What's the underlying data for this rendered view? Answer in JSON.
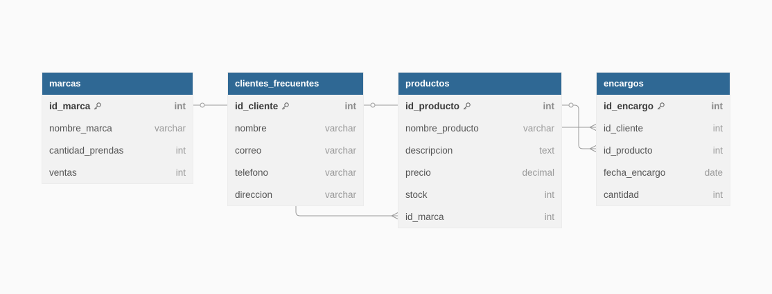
{
  "tables": {
    "marcas": {
      "name": "marcas",
      "rows": [
        {
          "field": "id_marca",
          "type": "int",
          "pk": true
        },
        {
          "field": "nombre_marca",
          "type": "varchar"
        },
        {
          "field": "cantidad_prendas",
          "type": "int"
        },
        {
          "field": "ventas",
          "type": "int"
        }
      ]
    },
    "clientes_frecuentes": {
      "name": "clientes_frecuentes",
      "rows": [
        {
          "field": "id_cliente",
          "type": "int",
          "pk": true
        },
        {
          "field": "nombre",
          "type": "varchar"
        },
        {
          "field": "correo",
          "type": "varchar"
        },
        {
          "field": "telefono",
          "type": "varchar"
        },
        {
          "field": "direccion",
          "type": "varchar"
        }
      ]
    },
    "productos": {
      "name": "productos",
      "rows": [
        {
          "field": "id_producto",
          "type": "int",
          "pk": true
        },
        {
          "field": "nombre_producto",
          "type": "varchar"
        },
        {
          "field": "descripcion",
          "type": "text"
        },
        {
          "field": "precio",
          "type": "decimal"
        },
        {
          "field": "stock",
          "type": "int"
        },
        {
          "field": "id_marca",
          "type": "int"
        }
      ]
    },
    "encargos": {
      "name": "encargos",
      "rows": [
        {
          "field": "id_encargo",
          "type": "int",
          "pk": true
        },
        {
          "field": "id_cliente",
          "type": "int"
        },
        {
          "field": "id_producto",
          "type": "int"
        },
        {
          "field": "fecha_encargo",
          "type": "date"
        },
        {
          "field": "cantidad",
          "type": "int"
        }
      ]
    }
  },
  "colors": {
    "header": "#2f6894",
    "body": "#f2f2f2",
    "line": "#9a9a9a"
  },
  "icons": {
    "primary_key": "key-icon",
    "one_end": "circle-marker",
    "many_end": "crowfoot-marker"
  }
}
